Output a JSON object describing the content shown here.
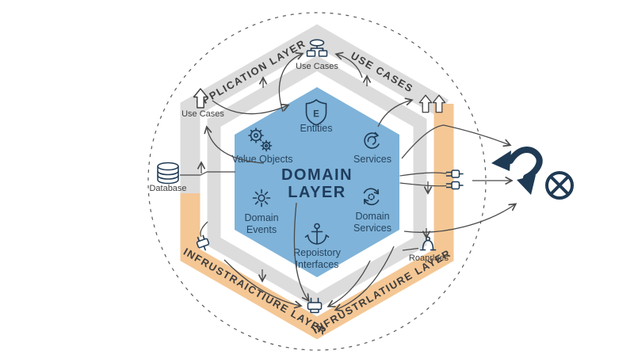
{
  "title": [
    "DOMAIN",
    "LAYER"
  ],
  "hexagon_labels": {
    "entities": "Entities",
    "value_objects": "Value Objects",
    "services": "Services",
    "domain_events": [
      "Domain",
      "Events"
    ],
    "domain_services": [
      "Domain",
      "Services"
    ],
    "repository_interfaces": [
      "Repoistory",
      "Interfaces"
    ]
  },
  "band_labels": {
    "top_left": "APPLICATION LAYER",
    "top_right": "USE CASES",
    "bottom_left": "INFRUSTRAICTIURE LAYER",
    "bottom_right": "INFRUSTRLATIURE LAYER"
  },
  "external_labels": {
    "use_cases_top": "Use Cases",
    "use_cases_left": "Use Cases",
    "database": "Database",
    "adapters": "Roaprlaes"
  },
  "shield_letter": "E",
  "icons": [
    "use-cases-sitemap-icon",
    "up-block-arrow-icon",
    "double-up-block-arrow-icon",
    "database-cylinder-icon",
    "shield-entities-icon",
    "gears-icon",
    "refresh-spiral-icon",
    "burst-icon",
    "cycle-icon",
    "anchor-icon",
    "plug-icon",
    "bridge-adapter-icon",
    "swoosh-double-arrow-icon",
    "circle-x-icon"
  ],
  "colors": {
    "hexagon_fill": "#7fb3d9",
    "band_gray": "#dcdcdc",
    "band_orange": "#f4c795",
    "navy": "#1f3a54",
    "arrow_gray": "#4a4a4a"
  }
}
